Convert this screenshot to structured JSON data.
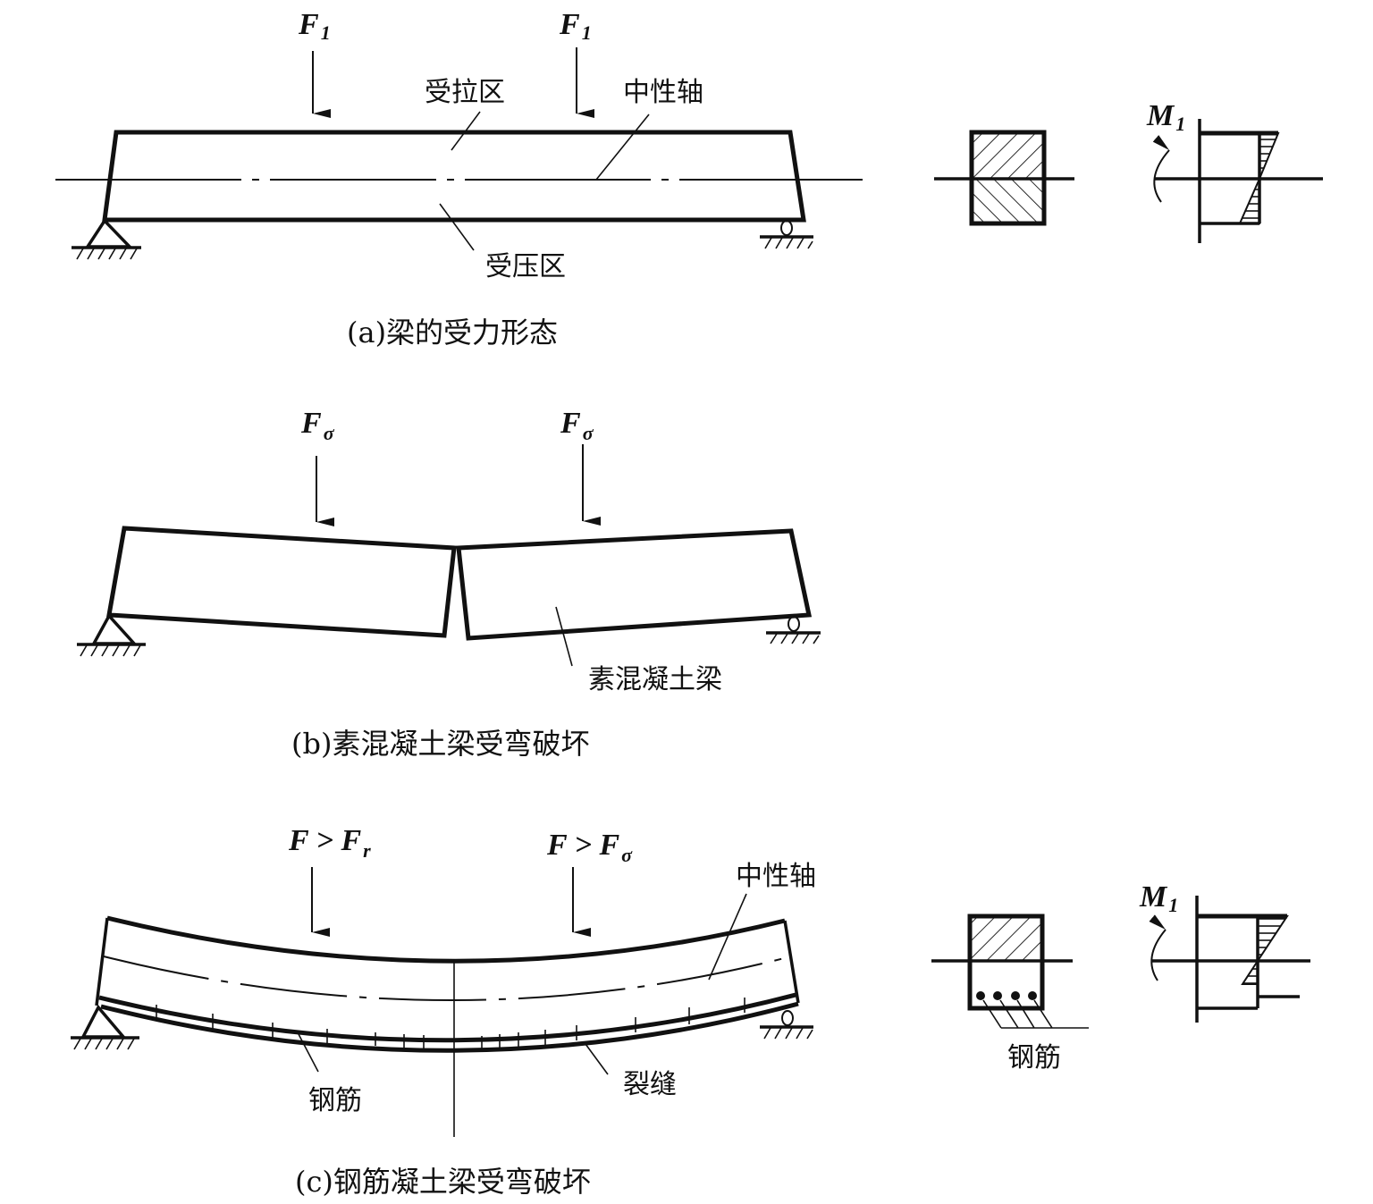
{
  "panel_a": {
    "caption": "(a)梁的受力形态",
    "load_symbol": "F",
    "load_subscript": "1",
    "label_tension_zone": "受拉区",
    "label_compression_zone": "受压区",
    "label_neutral_axis": "中性轴",
    "moment_symbol": "M",
    "moment_subscript": "1"
  },
  "panel_b": {
    "caption": "(b)素混凝土梁受弯破坏",
    "load_symbol": "F",
    "load_subscript": "σ",
    "label_plain_beam": "素混凝土梁"
  },
  "panel_c": {
    "caption": "(c)钢筋凝土梁受弯破坏",
    "load_left_main": "F > F",
    "load_left_subscript": "r",
    "load_right_main": "F > F",
    "load_right_subscript": "σ",
    "label_neutral_axis": "中性轴",
    "label_rebar": "钢筋",
    "label_crack": "裂缝",
    "label_section_rebar": "钢筋",
    "moment_symbol": "M",
    "moment_subscript": "1"
  }
}
